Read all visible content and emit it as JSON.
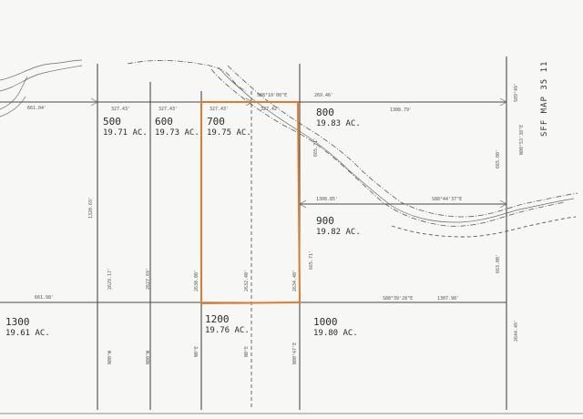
{
  "map_title": "SFF MAP 35 11",
  "colors": {
    "highlight": "#e07a2e",
    "ink": "#4a4a4a",
    "paper": "#f7f7f5"
  },
  "lots": [
    {
      "id": "500",
      "number": "500",
      "acreage": "19.71 AC."
    },
    {
      "id": "600",
      "number": "600",
      "acreage": "19.73 AC."
    },
    {
      "id": "700",
      "number": "700",
      "acreage": "19.75 AC.",
      "highlighted": true
    },
    {
      "id": "800",
      "number": "800",
      "acreage": "19.83 AC."
    },
    {
      "id": "900",
      "number": "900",
      "acreage": "19.82 AC."
    },
    {
      "id": "1000",
      "number": "1000",
      "acreage": "19.80 AC."
    },
    {
      "id": "1200",
      "number": "1200",
      "acreage": "19.76 AC."
    },
    {
      "id": "1300",
      "number": "1300",
      "acreage": "19.61 AC."
    }
  ],
  "dimensions": {
    "top_left": "661.04'",
    "top_500": "327.43'",
    "top_600": "327.43'",
    "top_700": "327.43'",
    "top_road": "327.42'",
    "top_bearing": "S88°10'00\"E",
    "top_800": "269.46'",
    "top_800_right": "1308.79'",
    "right_top": "S89°49'",
    "right_side": "N00°53'38\"E",
    "right_upper": "665.00'",
    "mid_900_left": "1308.85'",
    "mid_900_bearing": "S88°44'37\"E",
    "lot900_left": "665.71'",
    "right_lower": "663.00'",
    "bottom_left": "661.98'",
    "bottom_bearing": "S88°39'28\"E",
    "bottom_right_len": "1307.98'",
    "v_500": "1320.69'",
    "v_500b": "2629.17'",
    "v_600": "2627.69'",
    "v_700": "2630.00'",
    "v_road": "2632.40'",
    "v_1000": "2634.40'",
    "v_800": "665.71'",
    "v_far_right": "2644.49'",
    "bearing_b1": "N00°W",
    "bearing_b2": "N00°W",
    "bearing_b3": "N0°E",
    "bearing_b4": "N0°E",
    "bearing_b5": "N00°47'E"
  }
}
